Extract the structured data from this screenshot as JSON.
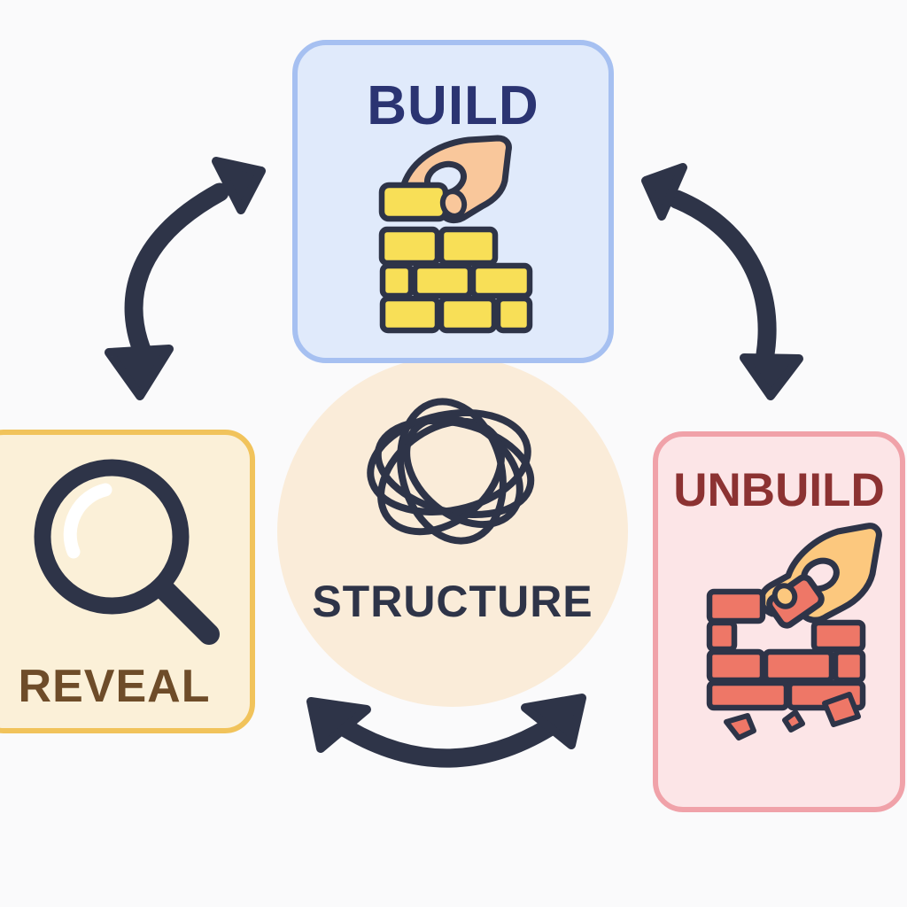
{
  "diagram": {
    "center": {
      "label": "STRUCTURE",
      "icon": "tangled-knot-icon"
    },
    "nodes": {
      "build": {
        "label": "BUILD",
        "icon": "hand-laying-brick-icon"
      },
      "unbuild": {
        "label": "UNBUILD",
        "icon": "hand-removing-brick-icon"
      },
      "reveal": {
        "label": "REVEAL",
        "icon": "magnifying-glass-icon"
      }
    },
    "arrows": {
      "reveal_build": "curved-double-headed-arrow between REVEAL and BUILD",
      "build_unbuild": "curved-double-headed-arrow between BUILD and UNBUILD",
      "reveal_unbuild": "curved-double-headed-arrow between REVEAL and UNBUILD"
    }
  },
  "colors": {
    "background": "#fafafb",
    "ink": "#2e3448",
    "build_fill": "#e0eafb",
    "build_border": "#a6c0f1",
    "build_title": "#2b3472",
    "brick_yellow": "#f8df57",
    "hand_peach": "#f9c79b",
    "unbuild_fill": "#fce5e7",
    "unbuild_border": "#f0a2a9",
    "unbuild_title": "#8c3232",
    "brick_salmon": "#ee7767",
    "hand_orange": "#fcc87e",
    "reveal_fill": "#fbf0d8",
    "reveal_border": "#f1c35b",
    "reveal_title": "#6e4c29",
    "circle_fill": "#faecd9",
    "glare": "#ffffff"
  }
}
